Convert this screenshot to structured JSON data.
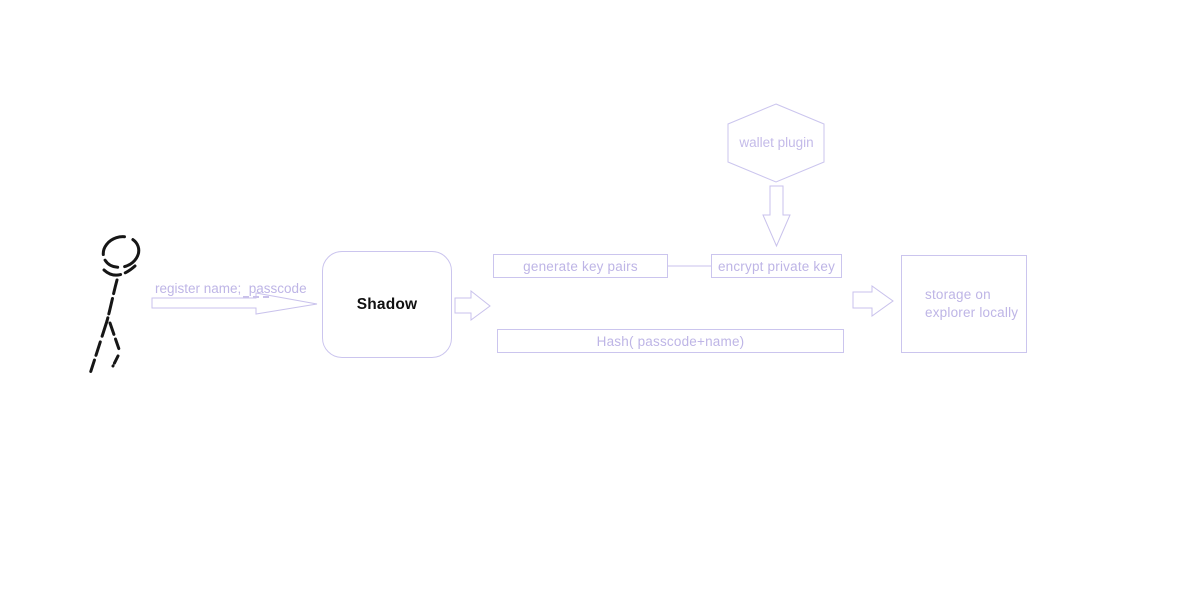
{
  "diagram": {
    "title_hint": "registration flow diagram",
    "colors": {
      "accent_text": "#beb5e6",
      "accent_border": "#cbc5ee",
      "figure_stroke": "#161616",
      "background": "#ffffff"
    },
    "actor": {
      "description": "hand-drawn stick figure user"
    },
    "labels": {
      "register": "register name;  passcode",
      "shadow": "Shadow",
      "generate": "generate key pairs",
      "encrypt": "encrypt private key",
      "wallet": "wallet plugin",
      "hash": "Hash( passcode+name)",
      "storage_line1": "storage on",
      "storage_line2": "explorer locally"
    },
    "icons": {
      "register_arrow": "long thin right block arrow",
      "shadow_to_keys_arrow": "right block arrow",
      "wallet_down_arrow": "down block arrow",
      "to_storage_arrow": "right block arrow",
      "connector": "line between generate and encrypt boxes"
    }
  }
}
